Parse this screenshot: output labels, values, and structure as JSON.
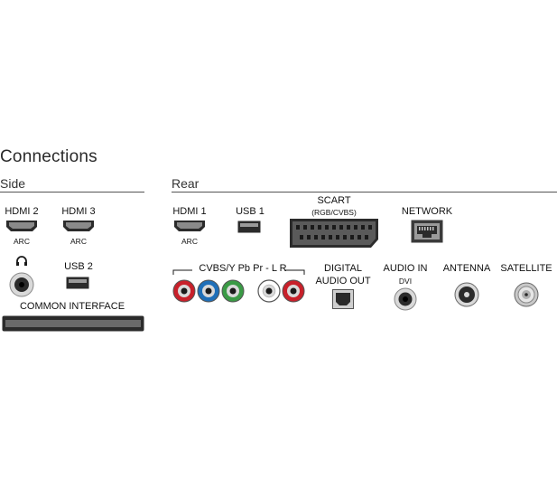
{
  "title": "Connections",
  "side": {
    "label": "Side",
    "hdmi2": {
      "label": "HDMI 2",
      "sub": "ARC"
    },
    "hdmi3": {
      "label": "HDMI 3",
      "sub": "ARC"
    },
    "usb2": {
      "label": "USB 2"
    },
    "headphone": {
      "icon": "headphones-icon"
    },
    "ci": {
      "label": "COMMON INTERFACE"
    }
  },
  "rear": {
    "label": "Rear",
    "hdmi1": {
      "label": "HDMI 1",
      "sub": "ARC"
    },
    "usb1": {
      "label": "USB 1"
    },
    "scart": {
      "label": "SCART",
      "sub": "(RGB/CVBS)"
    },
    "network": {
      "label": "NETWORK"
    },
    "component": {
      "label": "CVBS/Y Pb Pr - L R"
    },
    "digital_audio": {
      "line1": "DIGITAL",
      "line2": "AUDIO OUT"
    },
    "audio_in": {
      "label": "AUDIO IN",
      "sub": "DVI"
    },
    "antenna": {
      "label": "ANTENNA"
    },
    "satellite": {
      "label": "SATELLITE"
    }
  },
  "colors": {
    "red": "#c8202a",
    "blue": "#1f6fb8",
    "green": "#3a9a45",
    "white": "#ffffff",
    "port": "#2b2b2b"
  }
}
